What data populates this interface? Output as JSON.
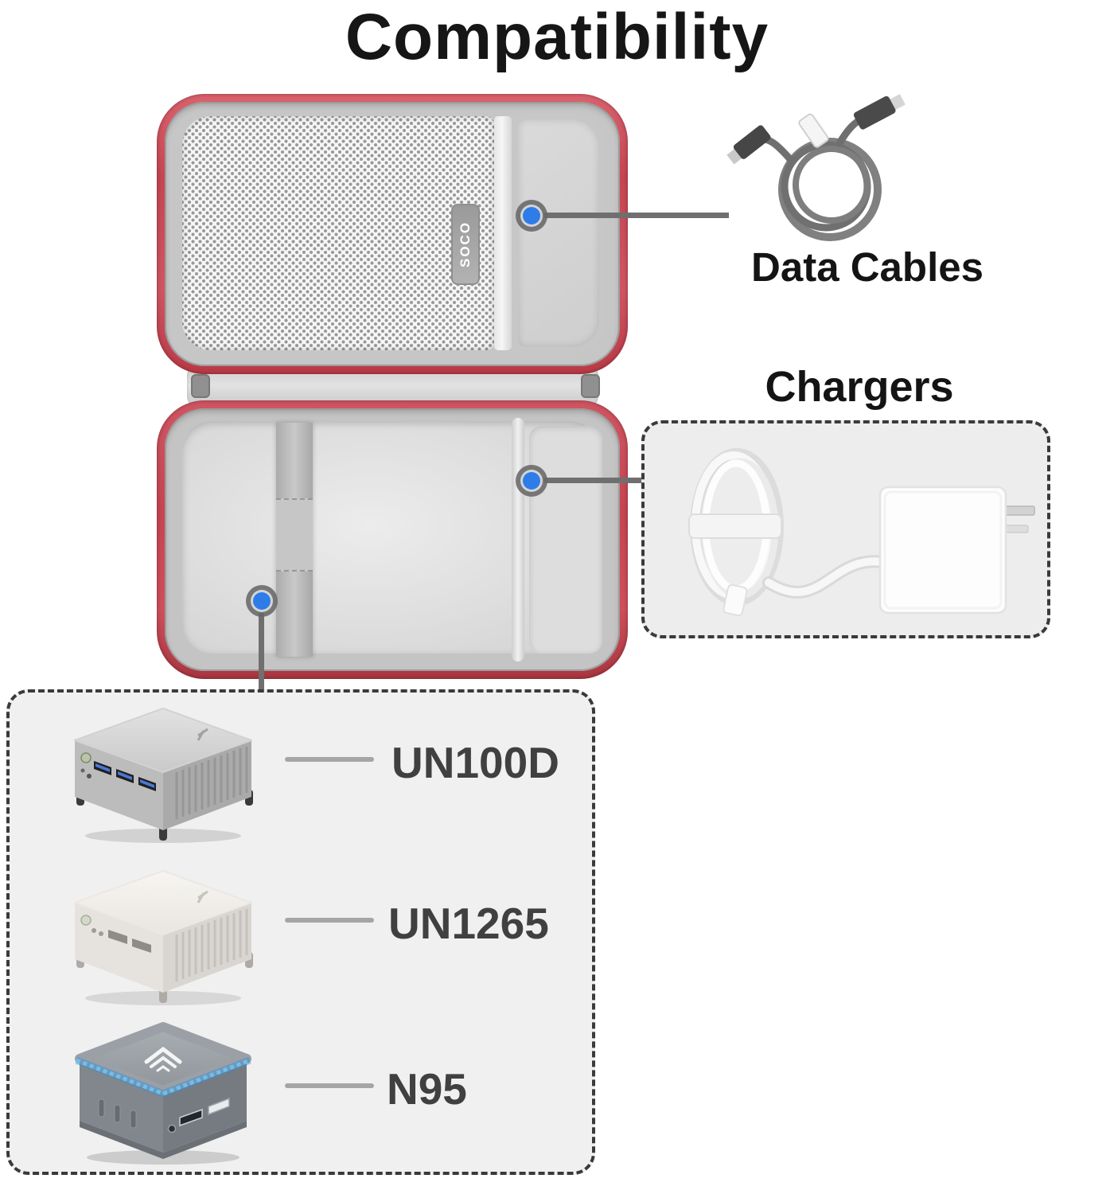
{
  "title": "Compatibility",
  "case": {
    "brand_tag": "SOCO"
  },
  "callouts": {
    "data_cables_label": "Data Cables",
    "chargers_label": "Chargers"
  },
  "devices": [
    {
      "label": "UN100D"
    },
    {
      "label": "UN1265"
    },
    {
      "label": "N95"
    }
  ],
  "colors": {
    "case_zipper_red": "#c64552",
    "marker_blue": "#2e7ce8",
    "callout_line_gray": "#6f6f6f",
    "dashed_border": "#3a3a3a",
    "panel_background": "#f0f0f0"
  },
  "icons": {
    "markers": "blue-dot-callout",
    "data_cables_image": "coiled-hdmi-cable",
    "chargers_image": "white-charger-with-coiled-cable",
    "device_images": [
      "mini-pc-un100d",
      "mini-pc-un1265",
      "mini-pc-n95"
    ]
  }
}
